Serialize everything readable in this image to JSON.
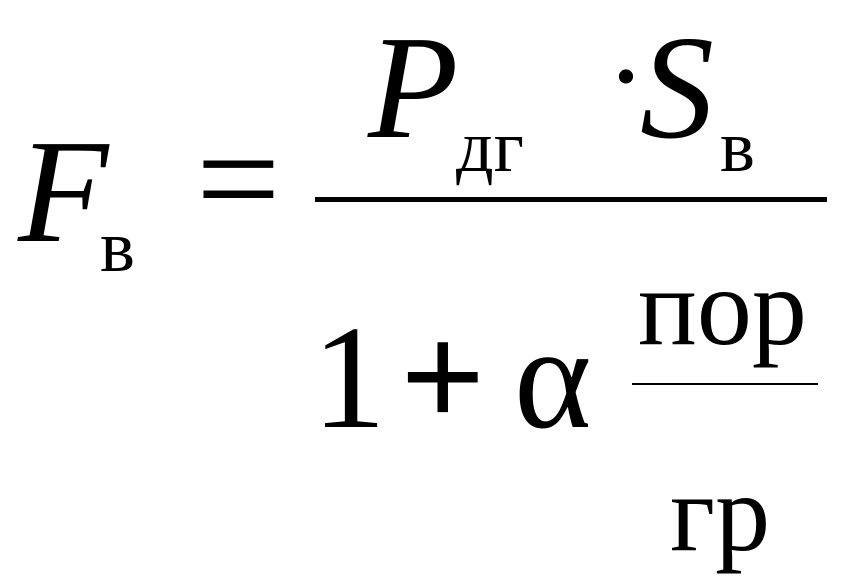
{
  "formula": {
    "lhs": {
      "symbol": "F",
      "subscript": "в"
    },
    "equals": "=",
    "numerator": {
      "p_symbol": "P",
      "p_subscript": "дг",
      "dot": "·",
      "s_symbol": "S",
      "s_subscript": "в"
    },
    "denominator": {
      "one": "1",
      "plus": "+",
      "alpha": "α",
      "fraction_numerator": "пор",
      "fraction_denominator": "гр"
    }
  }
}
